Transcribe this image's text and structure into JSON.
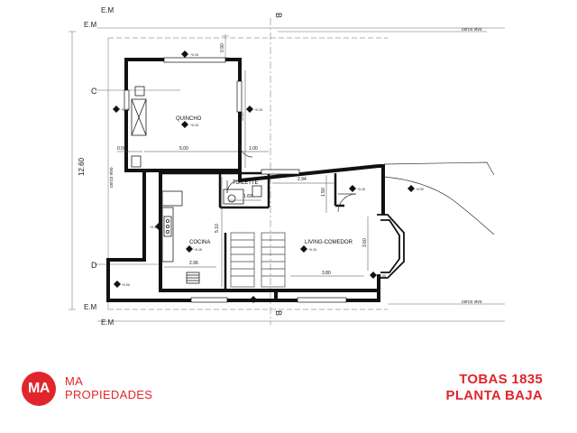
{
  "plan": {
    "axis_labels": {
      "em_top_outer": "E.M",
      "em_top_inner": "E.M",
      "em_bottom_inner": "E.M",
      "em_bottom_outer": "E.M",
      "c": "C",
      "d": "D",
      "b_top": "B",
      "b_bottom": "B"
    },
    "fence_labels": {
      "top": "cerco vivo",
      "left": "cerco vivo",
      "bottom": "cerco vivo"
    },
    "rooms": {
      "quincho": "QUINCHO",
      "toilette": "TOILETTE",
      "cocina": "COCINA",
      "living": "LIVING-COMEDOR"
    },
    "dimensions": {
      "overall": "12.60",
      "top_090": "0.90",
      "quincho_width": "5.00",
      "quincho_height": "5.00",
      "offset_050": "0.50",
      "offset_100": "1.00",
      "living_294": "2.94",
      "toilette_160": "1.60",
      "living_150": "1.50",
      "cocina_510": "5.10",
      "living_360": "3.60",
      "cocina_296": "2.96",
      "living_380": "3.80"
    },
    "levels": {
      "l_top": "+0.15",
      "l_quincho": "+0.15",
      "l_quincho_left": "+0.15",
      "l_quincho_right": "+0.15",
      "l_right_garden": "+0.00",
      "l_living_entry": "+0.15",
      "l_living": "+0.15",
      "l_cocina": "+0.15",
      "l_cocina_left": "+0.15",
      "l_bottom_left": "+0.00",
      "l_bottom_center": "+0.00",
      "l_bottom_right": "+0.00"
    }
  },
  "branding": {
    "logo_mark": "MA",
    "name_line1": "MA",
    "name_line2": "PROPIEDADES",
    "color": "#e1252b"
  },
  "title": {
    "line1": "TOBAS 1835",
    "line2": "PLANTA BAJA"
  }
}
